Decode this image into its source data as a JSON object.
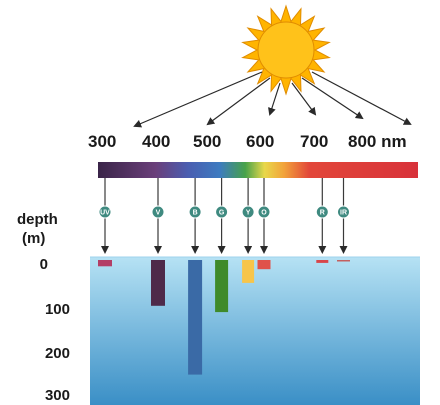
{
  "wavelength_labels": [
    "300",
    "400",
    "500",
    "600",
    "700",
    "800 nm"
  ],
  "depth_label": [
    "depth",
    "(m)"
  ],
  "depth_ticks": [
    "0",
    "100",
    "200",
    "300"
  ],
  "badges": [
    "UV",
    "V",
    "B",
    "G",
    "Y",
    "O",
    "R",
    "IR"
  ],
  "colors": {
    "sun_fill": "#ffb400",
    "sun_stroke": "#e08c00",
    "water_top": "#b6e2f4",
    "water_bottom": "#3a8fc6",
    "badge_fill": "#3f8a80",
    "uv": "#b33e66",
    "violet": "#4e2a4a",
    "blue": "#3a6aa6",
    "green": "#3f8a2a",
    "yellow": "#f7c54a",
    "orange": "#e0524a",
    "red": "#d8464a",
    "ir": "#c46060"
  },
  "chart_data": {
    "type": "bar",
    "categories": [
      "UV",
      "V",
      "B",
      "G",
      "Y",
      "O",
      "R",
      "IR"
    ],
    "wavelengths_nm": [
      300,
      400,
      470,
      520,
      570,
      600,
      710,
      750
    ],
    "values": [
      15,
      110,
      275,
      125,
      55,
      22,
      7,
      2
    ],
    "unit": "m",
    "ylabel": "depth (m)",
    "ylim": [
      0,
      300
    ],
    "y_ticks": [
      0,
      100,
      200,
      300
    ]
  }
}
